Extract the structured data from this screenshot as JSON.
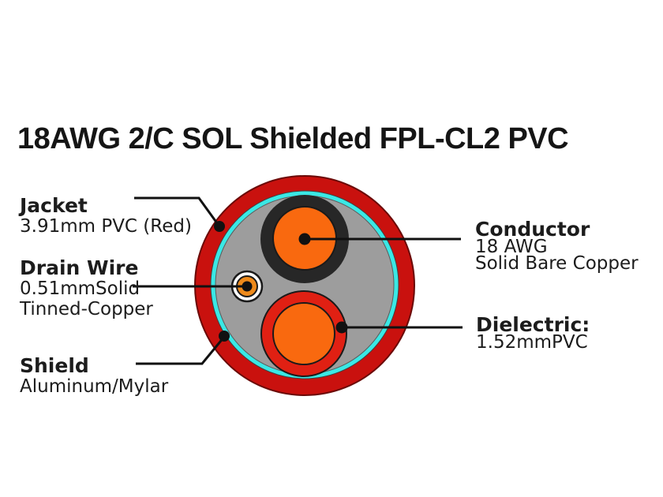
{
  "title": "18AWG 2/C SOL Shielded FPL-CL2 PVC",
  "labels": {
    "jacket": {
      "title": "Jacket",
      "lines": [
        "3.91mm PVC (Red)"
      ]
    },
    "drain_wire": {
      "title": "Drain Wire",
      "lines": [
        "0.51mmSolid",
        "Tinned-Copper"
      ]
    },
    "shield": {
      "title": "Shield",
      "lines": [
        "Aluminum/Mylar"
      ]
    },
    "conductor": {
      "title": "Conductor",
      "lines": [
        "18 AWG",
        "Solid Bare Copper"
      ]
    },
    "dielectric": {
      "title": "Dielectric:",
      "lines": [
        "1.52mmPVC"
      ]
    }
  },
  "colors": {
    "jacket_red": "#C9110E",
    "jacket_outline": "#6B0A08",
    "shield_cyan": "#3AE8E5",
    "filler_gray": "#9D9D9D",
    "insulation_black": "#272727",
    "dielectric_red": "#E02013",
    "conductor_orange": "#F9690F",
    "drain_orange": "#EE8A1B",
    "drain_white": "#FFFFFF",
    "leader_black": "#111111"
  }
}
